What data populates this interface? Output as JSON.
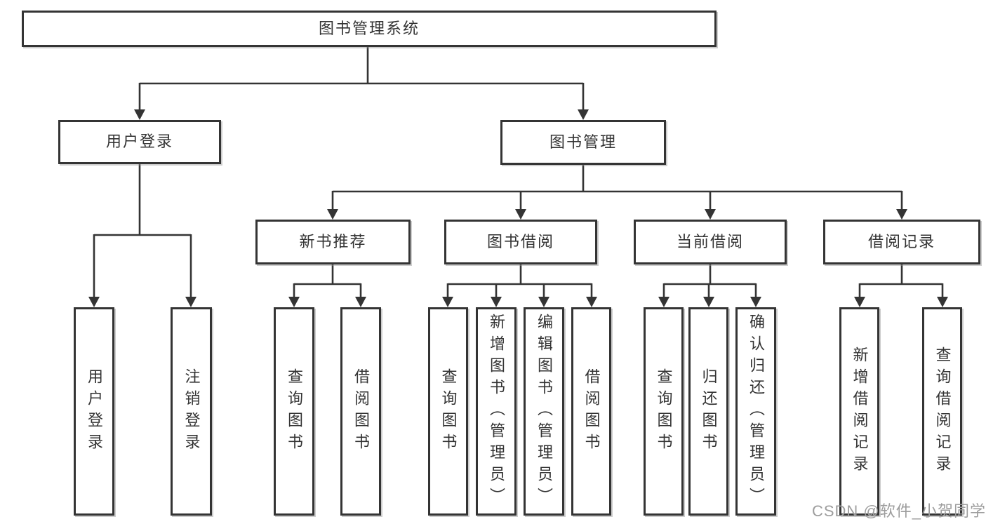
{
  "diagram": {
    "title": "图书管理系统",
    "colors": {
      "line": "#343434",
      "box_border": "#343434",
      "box_bg": "#ffffff",
      "text": "#333333",
      "watermark": "#9d9d9d"
    },
    "watermark": "CSDN @软件_小贺同学",
    "nodes": {
      "root": {
        "label": "图书管理系统"
      },
      "user_login": {
        "label": "用户登录"
      },
      "book_mgmt": {
        "label": "图书管理"
      },
      "new_book_rec": {
        "label": "新书推荐"
      },
      "book_borrow": {
        "label": "图书借阅"
      },
      "current_borrow": {
        "label": "当前借阅"
      },
      "borrow_record": {
        "label": "借阅记录"
      },
      "login": {
        "label": "用户登录"
      },
      "logout": {
        "label": "注销登录"
      },
      "query_book_a": {
        "label": "查询图书"
      },
      "borrow_book_a": {
        "label": "借阅图书"
      },
      "query_book_b": {
        "label": "查询图书"
      },
      "add_book": {
        "label": "新增图书（管理员）"
      },
      "edit_book": {
        "label": "编辑图书（管理员）"
      },
      "borrow_book_b": {
        "label": "借阅图书"
      },
      "query_book_c": {
        "label": "查询图书"
      },
      "return_book": {
        "label": "归还图书"
      },
      "confirm_return": {
        "label": "确认归还（管理员）"
      },
      "add_record": {
        "label": "新增借阅记录"
      },
      "query_record": {
        "label": "查询借阅记录"
      }
    },
    "edges": [
      [
        "root",
        "user_login"
      ],
      [
        "root",
        "book_mgmt"
      ],
      [
        "user_login",
        "login"
      ],
      [
        "user_login",
        "logout"
      ],
      [
        "book_mgmt",
        "new_book_rec"
      ],
      [
        "book_mgmt",
        "book_borrow"
      ],
      [
        "book_mgmt",
        "current_borrow"
      ],
      [
        "book_mgmt",
        "borrow_record"
      ],
      [
        "new_book_rec",
        "query_book_a"
      ],
      [
        "new_book_rec",
        "borrow_book_a"
      ],
      [
        "book_borrow",
        "query_book_b"
      ],
      [
        "book_borrow",
        "add_book"
      ],
      [
        "book_borrow",
        "edit_book"
      ],
      [
        "book_borrow",
        "borrow_book_b"
      ],
      [
        "current_borrow",
        "query_book_c"
      ],
      [
        "current_borrow",
        "return_book"
      ],
      [
        "current_borrow",
        "confirm_return"
      ],
      [
        "borrow_record",
        "add_record"
      ],
      [
        "borrow_record",
        "query_record"
      ]
    ]
  }
}
